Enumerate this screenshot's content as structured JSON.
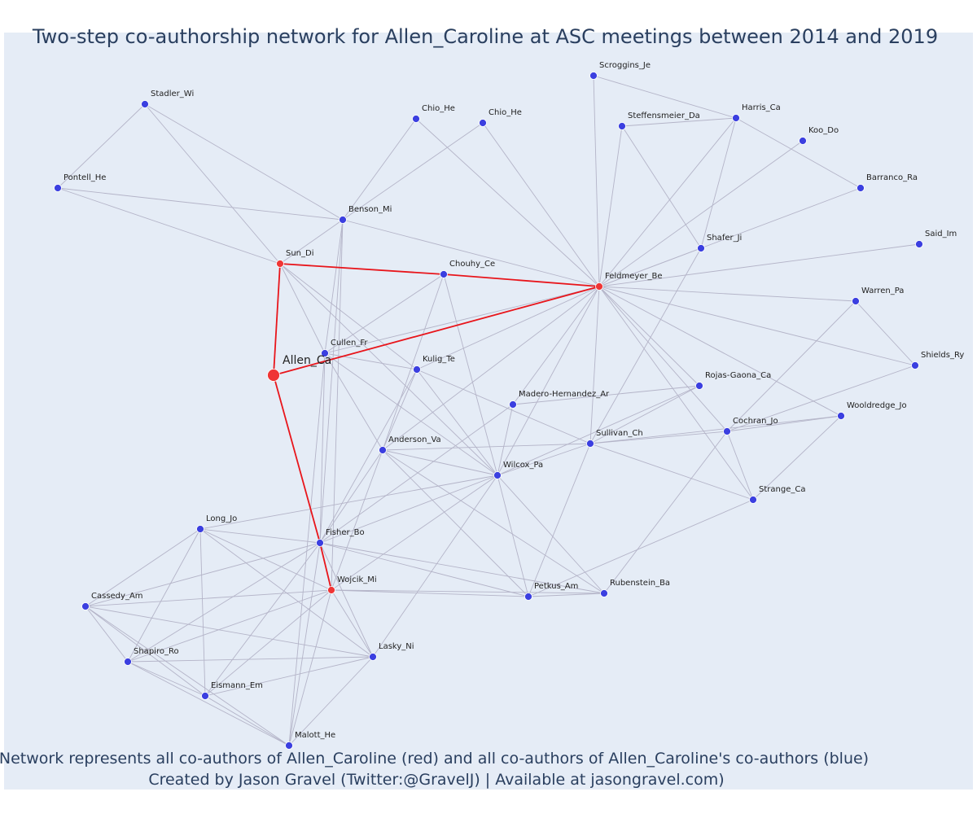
{
  "title": "Two-step co-authorship network for Allen_Caroline at ASC meetings between 2014 and 2019",
  "caption_line1": "Network represents all co-authors of Allen_Caroline (red) and all co-authors of Allen_Caroline's co-authors (blue)",
  "caption_line2": "Created by Jason Gravel (Twitter:@GravelJ) | Available at jasongravel.com)",
  "colors": {
    "plot_bg": "#e5ecf6",
    "edge": "#b4b4c8",
    "highlight_edge": "#e8151b",
    "focal_node": "#ef3535",
    "coauthor_node": "#ef3535",
    "second_degree_node": "#3b3fe0",
    "node_outline": "#ffffff"
  },
  "nodes": [
    {
      "id": "Allen_Ca",
      "label": "Allen_Ca",
      "group": "focal"
    },
    {
      "id": "Sun_Di",
      "label": "Sun_Di",
      "group": "coauthor"
    },
    {
      "id": "Feldmeyer_Be",
      "label": "Feldmeyer_Be",
      "group": "coauthor"
    },
    {
      "id": "Wojcik_Mi",
      "label": "Wojcik_Mi",
      "group": "coauthor"
    },
    {
      "id": "Scroggins_Je",
      "label": "Scroggins_Je",
      "group": "second"
    },
    {
      "id": "Stadler_Wi",
      "label": "Stadler_Wi",
      "group": "second"
    },
    {
      "id": "Chio_He_1",
      "label": "Chio_He",
      "group": "second"
    },
    {
      "id": "Chio_He_2",
      "label": "Chio_He",
      "group": "second"
    },
    {
      "id": "Steffensmeier_Da",
      "label": "Steffensmeier_Da",
      "group": "second"
    },
    {
      "id": "Harris_Ca",
      "label": "Harris_Ca",
      "group": "second"
    },
    {
      "id": "Koo_Do",
      "label": "Koo_Do",
      "group": "second"
    },
    {
      "id": "Pontell_He",
      "label": "Pontell_He",
      "group": "second"
    },
    {
      "id": "Barranco_Ra",
      "label": "Barranco_Ra",
      "group": "second"
    },
    {
      "id": "Benson_Mi",
      "label": "Benson_Mi",
      "group": "second"
    },
    {
      "id": "Said_Im",
      "label": "Said_Im",
      "group": "second"
    },
    {
      "id": "Shafer_Ji",
      "label": "Shafer_Ji",
      "group": "second"
    },
    {
      "id": "Chouhy_Ce",
      "label": "Chouhy_Ce",
      "group": "second"
    },
    {
      "id": "Warren_Pa",
      "label": "Warren_Pa",
      "group": "second"
    },
    {
      "id": "Cullen_Fr",
      "label": "Cullen_Fr",
      "group": "second"
    },
    {
      "id": "Shields_Ry",
      "label": "Shields_Ry",
      "group": "second"
    },
    {
      "id": "Kulig_Te",
      "label": "Kulig_Te",
      "group": "second"
    },
    {
      "id": "Rojas-Gaona_Ca",
      "label": "Rojas-Gaona_Ca",
      "group": "second"
    },
    {
      "id": "Madero-Hernandez_Ar",
      "label": "Madero-Hernandez_Ar",
      "group": "second"
    },
    {
      "id": "Wooldredge_Jo",
      "label": "Wooldredge_Jo",
      "group": "second"
    },
    {
      "id": "Cochran_Jo",
      "label": "Cochran_Jo",
      "group": "second"
    },
    {
      "id": "Anderson_Va",
      "label": "Anderson_Va",
      "group": "second"
    },
    {
      "id": "Sullivan_Ch",
      "label": "Sullivan_Ch",
      "group": "second"
    },
    {
      "id": "Wilcox_Pa",
      "label": "Wilcox_Pa",
      "group": "second"
    },
    {
      "id": "Strange_Ca",
      "label": "Strange_Ca",
      "group": "second"
    },
    {
      "id": "Long_Jo",
      "label": "Long_Jo",
      "group": "second"
    },
    {
      "id": "Fisher_Bo",
      "label": "Fisher_Bo",
      "group": "second"
    },
    {
      "id": "Cassedy_Am",
      "label": "Cassedy_Am",
      "group": "second"
    },
    {
      "id": "Petkus_Am",
      "label": "Petkus_Am",
      "group": "second"
    },
    {
      "id": "Rubenstein_Ba",
      "label": "Rubenstein_Ba",
      "group": "second"
    },
    {
      "id": "Shapiro_Ro",
      "label": "Shapiro_Ro",
      "group": "second"
    },
    {
      "id": "Lasky_Ni",
      "label": "Lasky_Ni",
      "group": "second"
    },
    {
      "id": "Eismann_Em",
      "label": "Eismann_Em",
      "group": "second"
    },
    {
      "id": "Malott_He",
      "label": "Malott_He",
      "group": "second"
    }
  ],
  "highlight_edges": [
    [
      "Allen_Ca",
      "Sun_Di"
    ],
    [
      "Allen_Ca",
      "Feldmeyer_Be"
    ],
    [
      "Allen_Ca",
      "Fisher_Bo"
    ],
    [
      "Sun_Di",
      "Chouhy_Ce"
    ],
    [
      "Chouhy_Ce",
      "Feldmeyer_Be"
    ],
    [
      "Fisher_Bo",
      "Wojcik_Mi"
    ]
  ],
  "edges": [
    [
      "Scroggins_Je",
      "Harris_Ca"
    ],
    [
      "Scroggins_Je",
      "Feldmeyer_Be"
    ],
    [
      "Stadler_Wi",
      "Pontell_He"
    ],
    [
      "Stadler_Wi",
      "Sun_Di"
    ],
    [
      "Stadler_Wi",
      "Benson_Mi"
    ],
    [
      "Pontell_He",
      "Benson_Mi"
    ],
    [
      "Pontell_He",
      "Sun_Di"
    ],
    [
      "Chio_He_1",
      "Benson_Mi"
    ],
    [
      "Chio_He_1",
      "Feldmeyer_Be"
    ],
    [
      "Chio_He_2",
      "Benson_Mi"
    ],
    [
      "Chio_He_2",
      "Feldmeyer_Be"
    ],
    [
      "Steffensmeier_Da",
      "Harris_Ca"
    ],
    [
      "Steffensmeier_Da",
      "Feldmeyer_Be"
    ],
    [
      "Steffensmeier_Da",
      "Shafer_Ji"
    ],
    [
      "Harris_Ca",
      "Feldmeyer_Be"
    ],
    [
      "Harris_Ca",
      "Barranco_Ra"
    ],
    [
      "Harris_Ca",
      "Shafer_Ji"
    ],
    [
      "Koo_Do",
      "Feldmeyer_Be"
    ],
    [
      "Barranco_Ra",
      "Feldmeyer_Be"
    ],
    [
      "Said_Im",
      "Feldmeyer_Be"
    ],
    [
      "Shafer_Ji",
      "Feldmeyer_Be"
    ],
    [
      "Shafer_Ji",
      "Sullivan_Ch"
    ],
    [
      "Benson_Mi",
      "Sun_Di"
    ],
    [
      "Benson_Mi",
      "Feldmeyer_Be"
    ],
    [
      "Benson_Mi",
      "Cullen_Fr"
    ],
    [
      "Benson_Mi",
      "Fisher_Bo"
    ],
    [
      "Benson_Mi",
      "Wojcik_Mi"
    ],
    [
      "Sun_Di",
      "Cullen_Fr"
    ],
    [
      "Sun_Di",
      "Kulig_Te"
    ],
    [
      "Sun_Di",
      "Wilcox_Pa"
    ],
    [
      "Chouhy_Ce",
      "Cullen_Fr"
    ],
    [
      "Chouhy_Ce",
      "Anderson_Va"
    ],
    [
      "Chouhy_Ce",
      "Wilcox_Pa"
    ],
    [
      "Feldmeyer_Be",
      "Warren_Pa"
    ],
    [
      "Feldmeyer_Be",
      "Shields_Ry"
    ],
    [
      "Feldmeyer_Be",
      "Rojas-Gaona_Ca"
    ],
    [
      "Feldmeyer_Be",
      "Cochran_Jo"
    ],
    [
      "Feldmeyer_Be",
      "Wooldredge_Jo"
    ],
    [
      "Feldmeyer_Be",
      "Sullivan_Ch"
    ],
    [
      "Feldmeyer_Be",
      "Wilcox_Pa"
    ],
    [
      "Feldmeyer_Be",
      "Strange_Ca"
    ],
    [
      "Feldmeyer_Be",
      "Cullen_Fr"
    ],
    [
      "Feldmeyer_Be",
      "Kulig_Te"
    ],
    [
      "Feldmeyer_Be",
      "Madero-Hernandez_Ar"
    ],
    [
      "Feldmeyer_Be",
      "Anderson_Va"
    ],
    [
      "Warren_Pa",
      "Shields_Ry"
    ],
    [
      "Warren_Pa",
      "Cochran_Jo"
    ],
    [
      "Shields_Ry",
      "Cochran_Jo"
    ],
    [
      "Cullen_Fr",
      "Kulig_Te"
    ],
    [
      "Cullen_Fr",
      "Fisher_Bo"
    ],
    [
      "Cullen_Fr",
      "Wilcox_Pa"
    ],
    [
      "Cullen_Fr",
      "Anderson_Va"
    ],
    [
      "Cullen_Fr",
      "Malott_He"
    ],
    [
      "Kulig_Te",
      "Sullivan_Ch"
    ],
    [
      "Kulig_Te",
      "Anderson_Va"
    ],
    [
      "Kulig_Te",
      "Fisher_Bo"
    ],
    [
      "Kulig_Te",
      "Wilcox_Pa"
    ],
    [
      "Rojas-Gaona_Ca",
      "Madero-Hernandez_Ar"
    ],
    [
      "Rojas-Gaona_Ca",
      "Sullivan_Ch"
    ],
    [
      "Rojas-Gaona_Ca",
      "Wilcox_Pa"
    ],
    [
      "Madero-Hernandez_Ar",
      "Wilcox_Pa"
    ],
    [
      "Madero-Hernandez_Ar",
      "Fisher_Bo"
    ],
    [
      "Wooldredge_Jo",
      "Cochran_Jo"
    ],
    [
      "Wooldredge_Jo",
      "Sullivan_Ch"
    ],
    [
      "Wooldredge_Jo",
      "Strange_Ca"
    ],
    [
      "Cochran_Jo",
      "Sullivan_Ch"
    ],
    [
      "Cochran_Jo",
      "Strange_Ca"
    ],
    [
      "Cochran_Jo",
      "Rubenstein_Ba"
    ],
    [
      "Anderson_Va",
      "Sullivan_Ch"
    ],
    [
      "Anderson_Va",
      "Wilcox_Pa"
    ],
    [
      "Anderson_Va",
      "Fisher_Bo"
    ],
    [
      "Anderson_Va",
      "Wojcik_Mi"
    ],
    [
      "Anderson_Va",
      "Petkus_Am"
    ],
    [
      "Anderson_Va",
      "Rubenstein_Ba"
    ],
    [
      "Sullivan_Ch",
      "Wilcox_Pa"
    ],
    [
      "Sullivan_Ch",
      "Strange_Ca"
    ],
    [
      "Sullivan_Ch",
      "Petkus_Am"
    ],
    [
      "Wilcox_Pa",
      "Fisher_Bo"
    ],
    [
      "Wilcox_Pa",
      "Wojcik_Mi"
    ],
    [
      "Wilcox_Pa",
      "Petkus_Am"
    ],
    [
      "Wilcox_Pa",
      "Rubenstein_Ba"
    ],
    [
      "Wilcox_Pa",
      "Lasky_Ni"
    ],
    [
      "Wilcox_Pa",
      "Long_Jo"
    ],
    [
      "Strange_Ca",
      "Petkus_Am"
    ],
    [
      "Long_Jo",
      "Fisher_Bo"
    ],
    [
      "Long_Jo",
      "Wojcik_Mi"
    ],
    [
      "Long_Jo",
      "Cassedy_Am"
    ],
    [
      "Long_Jo",
      "Shapiro_Ro"
    ],
    [
      "Long_Jo",
      "Eismann_Em"
    ],
    [
      "Long_Jo",
      "Lasky_Ni"
    ],
    [
      "Fisher_Bo",
      "Cassedy_Am"
    ],
    [
      "Fisher_Bo",
      "Shapiro_Ro"
    ],
    [
      "Fisher_Bo",
      "Eismann_Em"
    ],
    [
      "Fisher_Bo",
      "Lasky_Ni"
    ],
    [
      "Fisher_Bo",
      "Malott_He"
    ],
    [
      "Fisher_Bo",
      "Petkus_Am"
    ],
    [
      "Fisher_Bo",
      "Rubenstein_Ba"
    ],
    [
      "Wojcik_Mi",
      "Cassedy_Am"
    ],
    [
      "Wojcik_Mi",
      "Shapiro_Ro"
    ],
    [
      "Wojcik_Mi",
      "Eismann_Em"
    ],
    [
      "Wojcik_Mi",
      "Lasky_Ni"
    ],
    [
      "Wojcik_Mi",
      "Malott_He"
    ],
    [
      "Wojcik_Mi",
      "Petkus_Am"
    ],
    [
      "Wojcik_Mi",
      "Rubenstein_Ba"
    ],
    [
      "Cassedy_Am",
      "Shapiro_Ro"
    ],
    [
      "Cassedy_Am",
      "Eismann_Em"
    ],
    [
      "Cassedy_Am",
      "Lasky_Ni"
    ],
    [
      "Cassedy_Am",
      "Malott_He"
    ],
    [
      "Shapiro_Ro",
      "Eismann_Em"
    ],
    [
      "Shapiro_Ro",
      "Lasky_Ni"
    ],
    [
      "Shapiro_Ro",
      "Malott_He"
    ],
    [
      "Eismann_Em",
      "Lasky_Ni"
    ],
    [
      "Eismann_Em",
      "Malott_He"
    ],
    [
      "Lasky_Ni",
      "Malott_He"
    ],
    [
      "Petkus_Am",
      "Rubenstein_Ba"
    ]
  ]
}
